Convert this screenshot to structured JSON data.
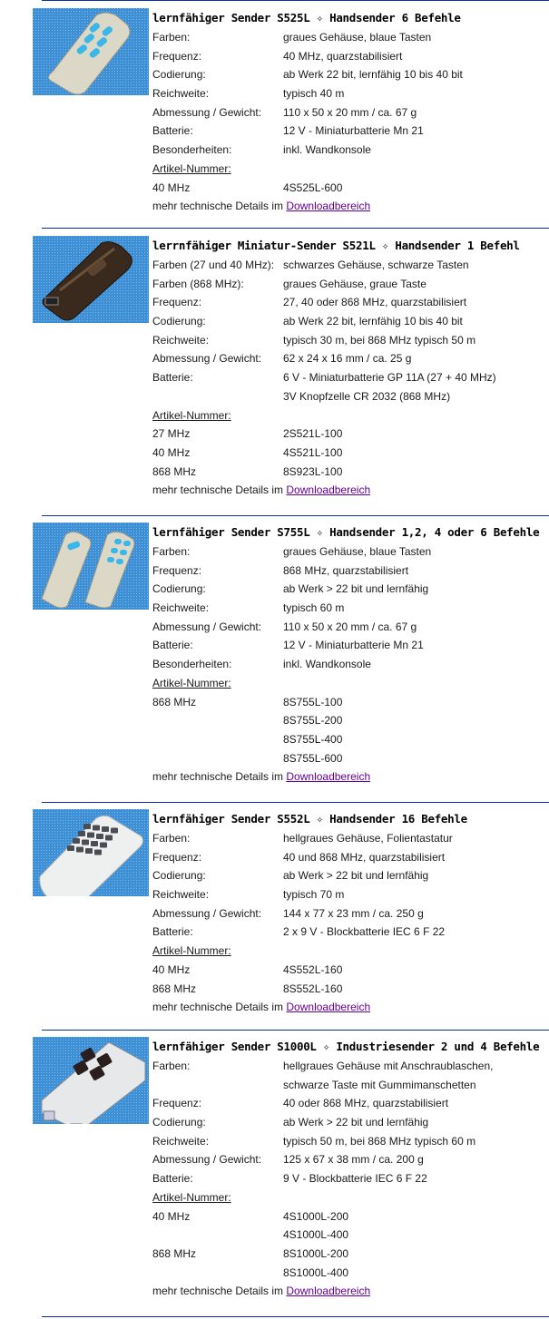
{
  "products": [
    {
      "title": "lernfähiger Sender S525L ✧ Handsender 6 Befehle",
      "image": "handheld-transmitter-6-buttons",
      "specs": [
        {
          "k": "Farben:",
          "v": "graues Gehäuse, blaue Tasten"
        },
        {
          "k": "Frequenz:",
          "v": "40 MHz, quarzstabilisiert"
        },
        {
          "k": "Codierung:",
          "v": "ab Werk 22 bit, lernfähig 10 bis 40 bit"
        },
        {
          "k": "Reichweite:",
          "v": "typisch 40 m"
        },
        {
          "k": "Abmessung / Gewicht:",
          "v": "110 x 50 x 20 mm / ca. 67 g"
        },
        {
          "k": "Batterie:",
          "v": "12 V -  Miniaturbatterie Mn 21"
        },
        {
          "k": "Besonderheiten:",
          "v": "inkl. Wandkonsole"
        }
      ],
      "article_heading": "Artikel-Nummer:",
      "articles": [
        {
          "k": "40 MHz",
          "v": "4S525L-600"
        }
      ],
      "more_text": "mehr technische Details im ",
      "link_label": "Downloadbereich"
    },
    {
      "title": "lerrnfähiger Miniatur-Sender S521L ✧ Handsender 1 Befehl",
      "image": "miniature-transmitter-black",
      "specs": [
        {
          "k": "Farben (27 und 40 MHz):",
          "v": "schwarzes Gehäuse, schwarze Tasten"
        },
        {
          "k": "Farben (868 MHz):",
          "v": "graues Gehäuse, graue Taste"
        },
        {
          "k": "Frequenz:",
          "v": "27, 40 oder 868 MHz, quarzstabilisiert"
        },
        {
          "k": "Codierung:",
          "v": "ab Werk 22 bit, lernfähig 10 bis 40 bit"
        },
        {
          "k": "Reichweite:",
          "v": "typisch 30 m, bei 868 MHz typisch 50 m"
        },
        {
          "k": "Abmessung / Gewicht:",
          "v": "62 x 24 x 16 mm / ca. 25 g"
        },
        {
          "k": "Batterie:",
          "v": "6 V -  Miniaturbatterie GP 11A (27 + 40 MHz)"
        },
        {
          "k": "",
          "v": "3V Knopfzelle CR 2032 (868 MHz)"
        }
      ],
      "article_heading": "Artikel-Nummer:",
      "articles": [
        {
          "k": "27 MHz",
          "v": "2S521L-100"
        },
        {
          "k": "40 MHz",
          "v": "4S521L-100"
        },
        {
          "k": "868 MHz",
          "v": "8S923L-100"
        }
      ],
      "more_text": "mehr technische Details im ",
      "link_label": "Downloadbereich"
    },
    {
      "title": "lernfähiger Sender S755L ✧ Handsender 1,2, 4 oder 6 Befehle",
      "image": "two-handheld-transmitters",
      "specs": [
        {
          "k": "Farben:",
          "v": "graues Gehäuse, blaue Tasten"
        },
        {
          "k": "Frequenz:",
          "v": "868 MHz, quarzstabilisiert"
        },
        {
          "k": "Codierung:",
          "v": "ab Werk > 22 bit und lernfähig"
        },
        {
          "k": "Reichweite:",
          "v": "typisch 60 m"
        },
        {
          "k": "Abmessung / Gewicht:",
          "v": "110 x 50 x 20 mm / ca. 67 g"
        },
        {
          "k": "Batterie:",
          "v": "12 V -  Miniaturbatterie Mn 21"
        },
        {
          "k": "Besonderheiten:",
          "v": "inkl. Wandkonsole"
        }
      ],
      "article_heading": "Artikel-Nummer:",
      "articles": [
        {
          "k": "868 MHz",
          "v": "8S755L-100"
        },
        {
          "k": "",
          "v": "8S755L-200"
        },
        {
          "k": "",
          "v": "8S755L-400"
        },
        {
          "k": "",
          "v": "8S755L-600"
        }
      ],
      "more_text": "mehr technische Details im ",
      "link_label": "Downloadbereich"
    },
    {
      "title": "lernfähiger Sender S552L ✧ Handsender 16 Befehle",
      "image": "keypad-transmitter-16-keys",
      "specs": [
        {
          "k": "Farben:",
          "v": "hellgraues Gehäuse, Folientastatur"
        },
        {
          "k": "Frequenz:",
          "v": "40 und 868 MHz, quarzstabilisiert"
        },
        {
          "k": "Codierung:",
          "v": "ab Werk > 22 bit und lernfähig"
        },
        {
          "k": "Reichweite:",
          "v": "typisch 70 m"
        },
        {
          "k": "Abmessung / Gewicht:",
          "v": "144 x 77 x 23 mm / ca. 250 g"
        },
        {
          "k": "Batterie:",
          "v": "2 x 9 V - Blockbatterie IEC 6 F 22"
        }
      ],
      "article_heading": "Artikel-Nummer:",
      "articles": [
        {
          "k": "40 MHz",
          "v": "4S552L-160"
        },
        {
          "k": "868 MHz",
          "v": "8S552L-160"
        }
      ],
      "more_text": "mehr technische Details im ",
      "link_label": "Downloadbereich"
    },
    {
      "title": "lernfähiger Sender S1000L ✧ Industriesender 2 und 4 Befehle",
      "image": "industrial-transmitter-4-buttons",
      "specs": [
        {
          "k": "Farben:",
          "v": "hellgraues Gehäuse mit Anschraublaschen,"
        },
        {
          "k": "",
          "v": "schwarze Taste mit Gummimanschetten"
        },
        {
          "k": "Frequenz:",
          "v": "40 oder 868 MHz, quarzstabilisiert"
        },
        {
          "k": "Codierung:",
          "v": "ab Werk > 22 bit und lernfähig"
        },
        {
          "k": "Reichweite:",
          "v": "typisch 50 m, bei 868 MHz typisch 60 m"
        },
        {
          "k": "Abmessung / Gewicht:",
          "v": "125 x 67 x 38 mm / ca. 200 g"
        },
        {
          "k": "Batterie:",
          "v": "9 V -  Blockbatterie IEC 6 F 22"
        }
      ],
      "article_heading": "Artikel-Nummer:",
      "articles": [
        {
          "k": "40 MHz",
          "v": "4S1000L-200"
        },
        {
          "k": "",
          "v": "4S1000L-400"
        },
        {
          "k": "868 MHz",
          "v": "8S1000L-200"
        },
        {
          "k": "",
          "v": "8S1000L-400"
        }
      ],
      "more_text": "mehr technische Details im ",
      "link_label": "Downloadbereich"
    }
  ],
  "colors": {
    "separator": "#0a2fa8",
    "link": "#660099",
    "image_bg": "#3d8fd6"
  }
}
